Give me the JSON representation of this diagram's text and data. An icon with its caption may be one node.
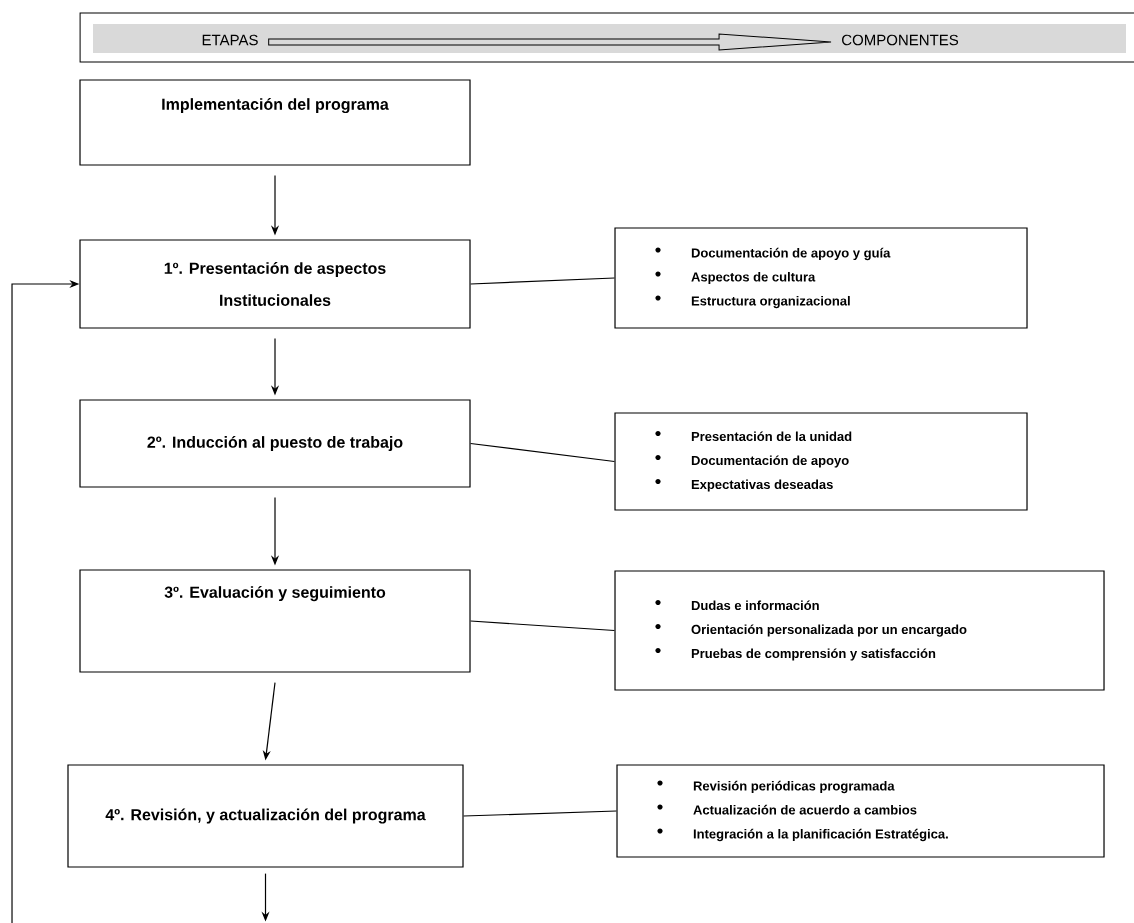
{
  "diagram": {
    "nodes": [
      {
        "text": [
          "ETAPAS"
        ]
      },
      {
        "text": [
          "COMPONENTES"
        ]
      },
      {
        "text": [
          "Implementación del programa"
        ]
      },
      {
        "text": [
          "1º. Presentación de aspectos Institucionales"
        ]
      },
      {
        "text": [
          "Documentación de apoyo y guía",
          "Aspectos de cultura",
          "Estructura organizacional"
        ]
      },
      {
        "text": [
          "2º. Inducción al puesto de trabajo"
        ]
      },
      {
        "text": [
          "Presentación de la unidad",
          "Documentación de apoyo",
          "Expectativas deseadas"
        ]
      },
      {
        "text": [
          "3º. Evaluación y seguimiento"
        ]
      },
      {
        "text": [
          "Dudas e información",
          "Orientación personalizada por un encargado",
          "Pruebas de comprensión y satisfacción"
        ]
      },
      {
        "text": [
          "4º. Revisión, y actualización del programa"
        ]
      },
      {
        "text": [
          "Revisión periódicas programada",
          "Actualización de acuerdo a cambios",
          "Integración a la planificación Estratégica."
        ]
      }
    ],
    "edges": [
      {
        "from": 0,
        "to": 1,
        "arrow": "to"
      },
      {
        "from": 2,
        "to": 3,
        "arrow": "to"
      },
      {
        "from": 3,
        "to": 5,
        "arrow": "to"
      },
      {
        "from": 5,
        "to": 7,
        "arrow": "to"
      },
      {
        "from": 7,
        "to": 9,
        "arrow": "to"
      },
      {
        "from": 9,
        "to": null,
        "arrow": "to"
      },
      {
        "from": null,
        "to": 3,
        "arrow": "to"
      },
      {
        "from": 3,
        "to": 4,
        "arrow": "none"
      },
      {
        "from": 5,
        "to": 6,
        "arrow": "none"
      },
      {
        "from": 7,
        "to": 8,
        "arrow": "none"
      },
      {
        "from": 9,
        "to": 10,
        "arrow": "none"
      }
    ]
  }
}
